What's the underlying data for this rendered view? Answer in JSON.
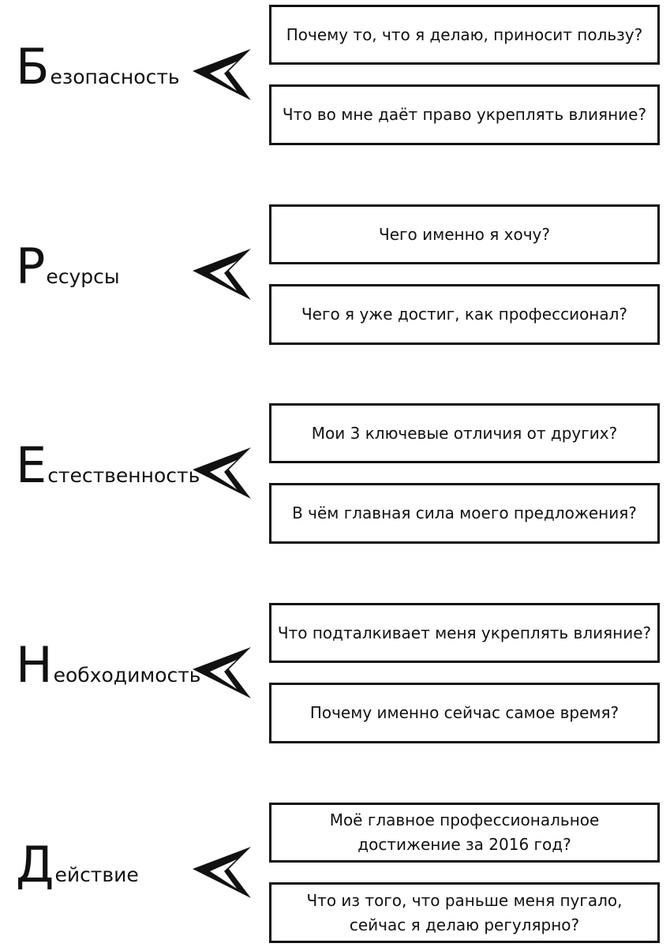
{
  "sections": [
    {
      "cap": "Б",
      "rest": "езопасность",
      "q1": "Почему то, что я делаю, приносит пользу?",
      "q2": "Что во мне даёт право укреплять влияние?"
    },
    {
      "cap": "Р",
      "rest": "есурсы",
      "q1": "Чего именно я хочу?",
      "q2": "Чего я уже достиг, как профессионал?"
    },
    {
      "cap": "Е",
      "rest": "стественность",
      "q1": "Мои 3 ключевые отличия от других?",
      "q2": "В чём главная сила моего предложения?"
    },
    {
      "cap": "Н",
      "rest": "еобходимость",
      "q1": "Что подталкивает меня укреплять влияние?",
      "q2": "Почему именно сейчас самое время?"
    },
    {
      "cap": "Д",
      "rest": "ействие",
      "q1": "Моё главное профессиональное достижение за 2016 год?",
      "q2": "Что из того, что раньше меня пугало, сейчас я делаю регулярно?"
    }
  ],
  "arrow_icon": "double-chevron-left-arrow-icon",
  "colors": {
    "ink": "#111111",
    "background": "#ffffff"
  }
}
